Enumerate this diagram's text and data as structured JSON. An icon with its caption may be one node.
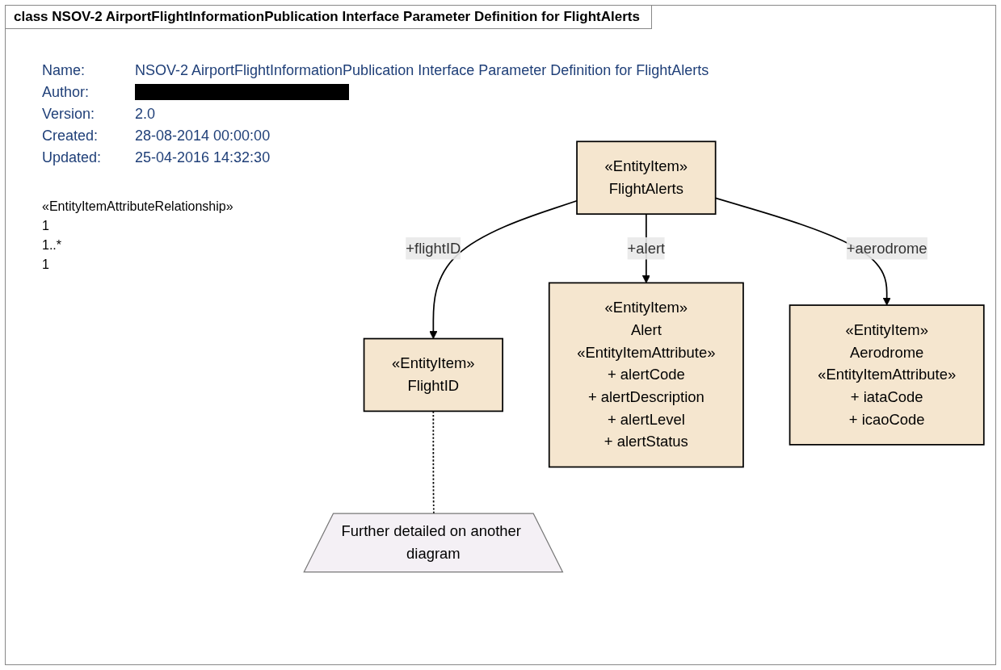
{
  "diagram": {
    "title": "class NSOV-2 AirportFlightInformationPublication Interface Parameter Definition for FlightAlerts",
    "nodes": [
      {
        "text": [
          "«EntityItem»",
          "FlightAlerts"
        ]
      },
      {
        "text": [
          "«EntityItem»",
          "FlightID"
        ]
      },
      {
        "text": [
          "«EntityItem»",
          "Alert",
          "«EntityItemAttribute»",
          "+ alertCode",
          "+ alertDescription",
          "+ alertLevel",
          "+ alertStatus"
        ]
      },
      {
        "text": [
          "«EntityItem»",
          "Aerodrome",
          "«EntityItemAttribute»",
          "+ iataCode",
          "+ icaoCode"
        ]
      },
      {
        "text": [
          "Further detailed on another diagram"
        ]
      }
    ],
    "edges": [
      {
        "from": 0,
        "to": 1,
        "arrow": "to",
        "label": "+flightID"
      },
      {
        "from": 0,
        "to": 2,
        "arrow": "to",
        "label": "+alert"
      },
      {
        "from": 0,
        "to": 3,
        "arrow": "to",
        "label": "+aerodrome"
      },
      {
        "from": 1,
        "to": 4,
        "arrow": "none",
        "style": "dashed"
      }
    ],
    "labels": [
      "Name:",
      "NSOV-2 AirportFlightInformationPublication Interface Parameter Definition for FlightAlerts",
      "Author:",
      "Version:",
      "2.0",
      "Created:",
      "28-08-2014 00:00:00",
      "Updated:",
      "25-04-2016 14:32:30",
      "«EntityItemAttributeRelationship»",
      "1",
      "1..*",
      "1"
    ]
  }
}
